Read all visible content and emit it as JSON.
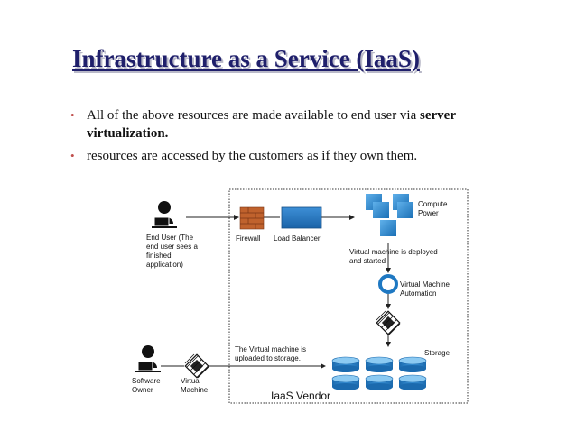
{
  "slide": {
    "title": "Infrastructure as a Service (IaaS)",
    "bullets": [
      {
        "text": "All of the above resources are made available to end user via ",
        "bold": "server virtualization."
      },
      {
        "text": "resources are accessed by the customers as if they own them.",
        "bold": ""
      }
    ]
  },
  "diagram": {
    "end_user": [
      "End User   (The",
      "end user sees a",
      "finished",
      "application)"
    ],
    "firewall": "Firewall",
    "load_balancer": "Load Balancer",
    "compute_power": [
      "Compute",
      "Power"
    ],
    "vm_deployed": [
      "Virtual machine is deployed",
      "and started"
    ],
    "vm_automation": [
      "Virtual Machine",
      "Automation"
    ],
    "storage": "Storage",
    "uploaded": [
      "The Virtual machine is",
      "uploaded to storage."
    ],
    "software_owner": [
      "Software",
      "Owner"
    ],
    "virtual_machine": [
      "Virtual",
      "Machine"
    ],
    "vendor": "IaaS Vendor",
    "colors": {
      "title": "#1f1f6b",
      "accent_blue": "#1e78c2",
      "bullet": "#c0504d",
      "brick": "#c0622d"
    }
  }
}
